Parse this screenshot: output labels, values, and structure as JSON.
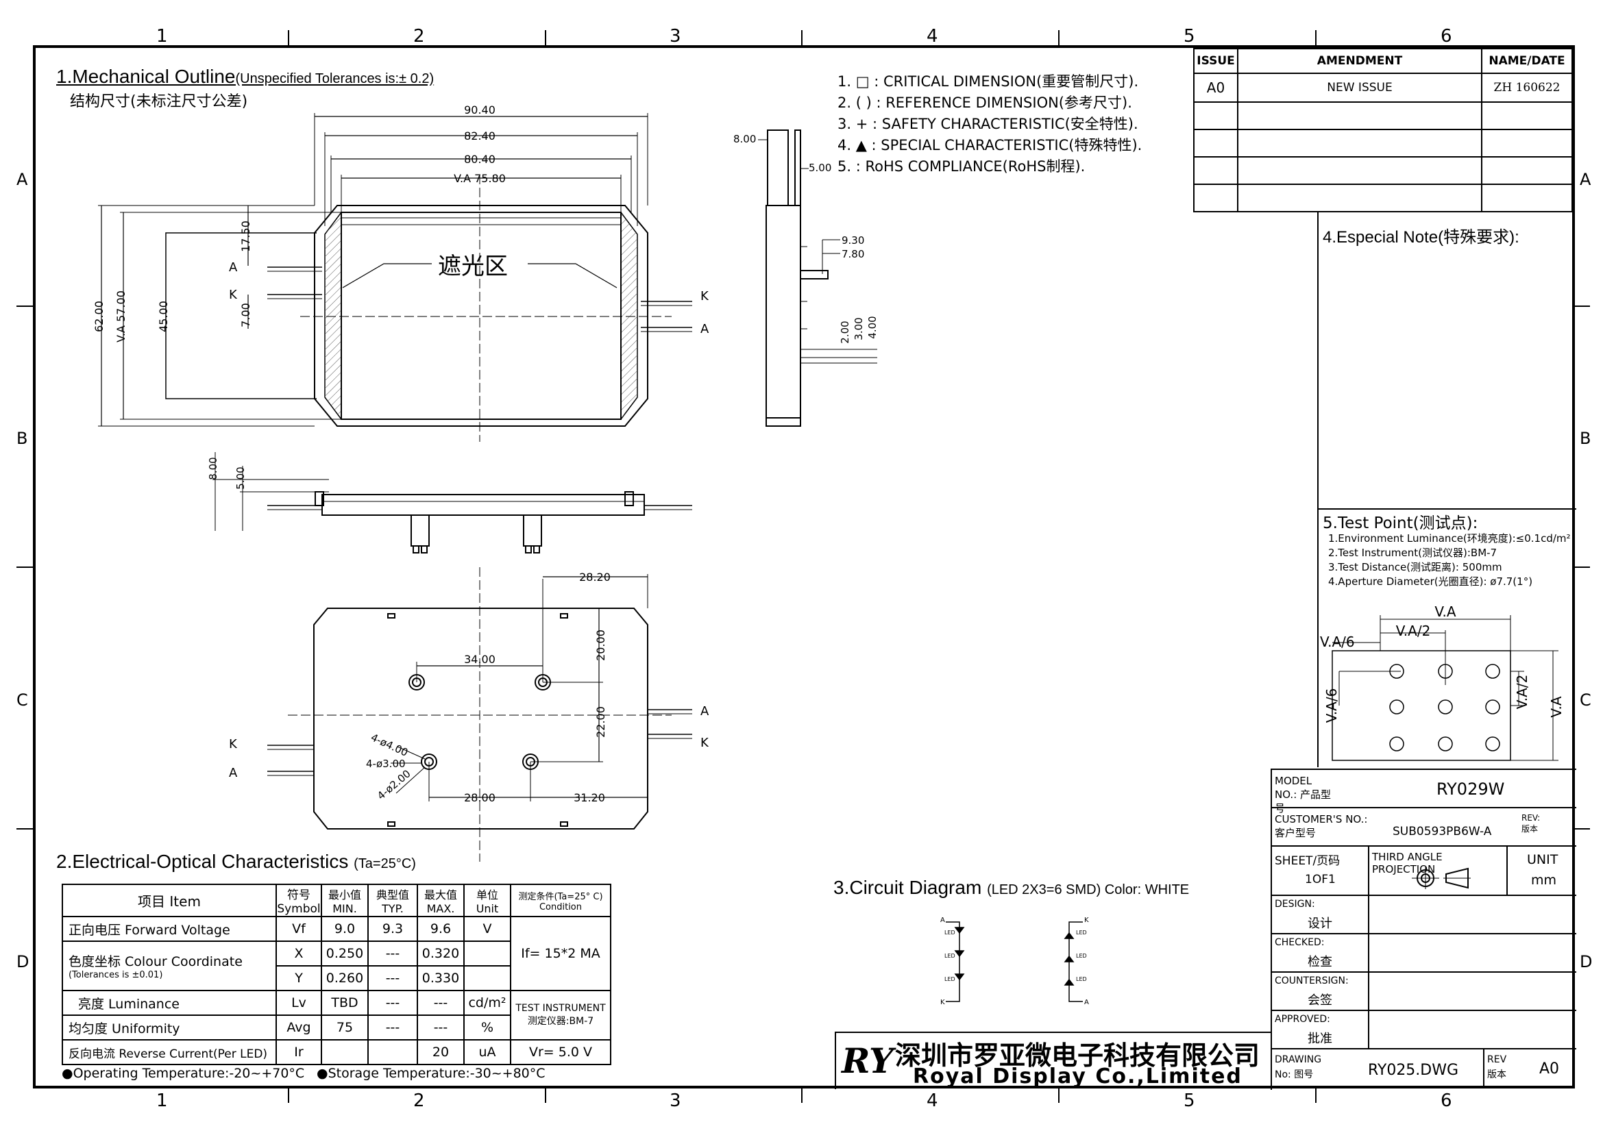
{
  "grid": {
    "cols": [
      "1",
      "2",
      "3",
      "4",
      "5",
      "6"
    ],
    "rows": [
      "A",
      "B",
      "C",
      "D"
    ]
  },
  "mech": {
    "title": "1.Mechanical Outline",
    "tol": "(Unspecified Tolerances is:± 0.2)",
    "cn": "结构尺寸(未标注尺寸公差)",
    "shade_label": "遮光区",
    "dims_top": [
      "90.40",
      "82.40",
      "80.40",
      "V.A 75.80"
    ],
    "dims_left": [
      "62.00",
      "V.A 57.00",
      "45.00"
    ],
    "dims_inner": [
      "17.50",
      "7.00"
    ],
    "pin_a": "A",
    "pin_k": "K",
    "side_dims": [
      "8.00",
      "5.00",
      "9.30",
      "7.80",
      "2.00",
      "3.00",
      "4.00"
    ],
    "bottom_side_dims": [
      "8.00",
      "5.00"
    ],
    "back_dims": [
      "28.20",
      "34.00",
      "20.00",
      "22.00",
      "28.00",
      "31.20",
      "4-ø4.00",
      "4-ø3.00",
      "4-ø2.00"
    ]
  },
  "notes": {
    "items": [
      "1. □ : CRITICAL DIMENSION(重要管制尺寸).",
      "2. ( ) : REFERENCE DIMENSION(参考尺寸).",
      "3.  +  : SAFETY CHARACTERISTIC(安全特性).",
      "4. ▲ : SPECIAL CHARACTERISTIC(特殊特性).",
      "5.      : RoHS COMPLIANCE(RoHS制程)."
    ]
  },
  "revision": {
    "headers": [
      "ISSUE",
      "AMENDMENT",
      "NAME/DATE"
    ],
    "row": [
      "A0",
      "NEW ISSUE",
      "ZH 160622"
    ]
  },
  "especial": {
    "title": "4.Especial Note(特殊要求):"
  },
  "test_point": {
    "title": "5.Test Point(测试点):",
    "items": [
      "1.Environment Luminance(环境亮度):≤0.1cd/m²",
      "2.Test Instrument(测试仪器):BM-7",
      "3.Test Distance(测试距离): 500mm",
      "4.Aperture Diameter(光圈直径): ø7.7(1°)"
    ],
    "labels": [
      "V.A",
      "V.A/2",
      "V.A/6",
      "V.A/6",
      "V.A/2",
      "V.A"
    ]
  },
  "electrical": {
    "title": "2.Electrical-Optical Characteristics",
    "cond": "(Ta=25°C)",
    "head": [
      "项目     Item",
      "符号 Symbol",
      "最小值 MIN.",
      "典型值 TYP.",
      "最大值 MAX.",
      "单位 Unit",
      "测定条件(Ta=25° C) Condition"
    ],
    "rows": [
      {
        "item": "正向电压 Forward Voltage",
        "sym": "Vf",
        "min": "9.0",
        "typ": "9.3",
        "max": "9.6",
        "unit": "V"
      },
      {
        "item": "色度坐标 Colour Coordinate",
        "sub": "(Tolerances is ±0.01)",
        "sym": "X",
        "min": "0.250",
        "typ": "---",
        "max": "0.320",
        "unit": ""
      },
      {
        "item": "",
        "sym": "Y",
        "min": "0.260",
        "typ": "---",
        "max": "0.330",
        "unit": ""
      },
      {
        "item": "亮度     Luminance",
        "sym": "Lv",
        "min": "TBD",
        "typ": "---",
        "max": "---",
        "unit": "cd/m²"
      },
      {
        "item": "均匀度     Uniformity",
        "sym": "Avg",
        "min": "75",
        "typ": "---",
        "max": "---",
        "unit": "%"
      },
      {
        "item": "反向电流 Reverse Current(Per LED)",
        "sym": "Ir",
        "min": "",
        "typ": "",
        "max": "20",
        "unit": "uA"
      }
    ],
    "cond_if": "If=  15*2 MA",
    "cond_test": "TEST INSTRUMENT 测定仪器:BM-7",
    "cond_vr": "Vr=  5.0  V",
    "operating": "●Operating Temperature:-20~+70°C",
    "storage": "●Storage Temperature:-30~+80°C"
  },
  "circuit": {
    "title": "3.Circuit Diagram",
    "desc": "(LED   2X3=6   SMD) Color: WHITE",
    "led": "LED"
  },
  "company": {
    "cn": "深圳市罗亚微电子科技有限公司",
    "en": "Royal Display Co.,Limited"
  },
  "title_block": {
    "model_label": "MODEL NO.: 产品型号",
    "model": "RY029W",
    "customer_label": "CUSTOMER'S NO.: 客户型号",
    "customer": "SUB0593PB6W-A",
    "rev_label": "REV: 版本",
    "sheet_label": "SHEET/页码",
    "sheet": "1OF1",
    "projection": "THIRD ANGLE PROJECTION",
    "unit_label": "UNIT",
    "unit": "mm",
    "design": "DESIGN:",
    "design_cn": "设计",
    "checked": "CHECKED:",
    "checked_cn": "检查",
    "countersign": "COUNTERSIGN:",
    "countersign_cn": "会签",
    "approved": "APPROVED:",
    "approved_cn": "批准",
    "drawing_label": "DRAWING No: 图号",
    "drawing": "RY025.DWG",
    "rev2_label": "REV 版本",
    "rev2": "A0"
  }
}
